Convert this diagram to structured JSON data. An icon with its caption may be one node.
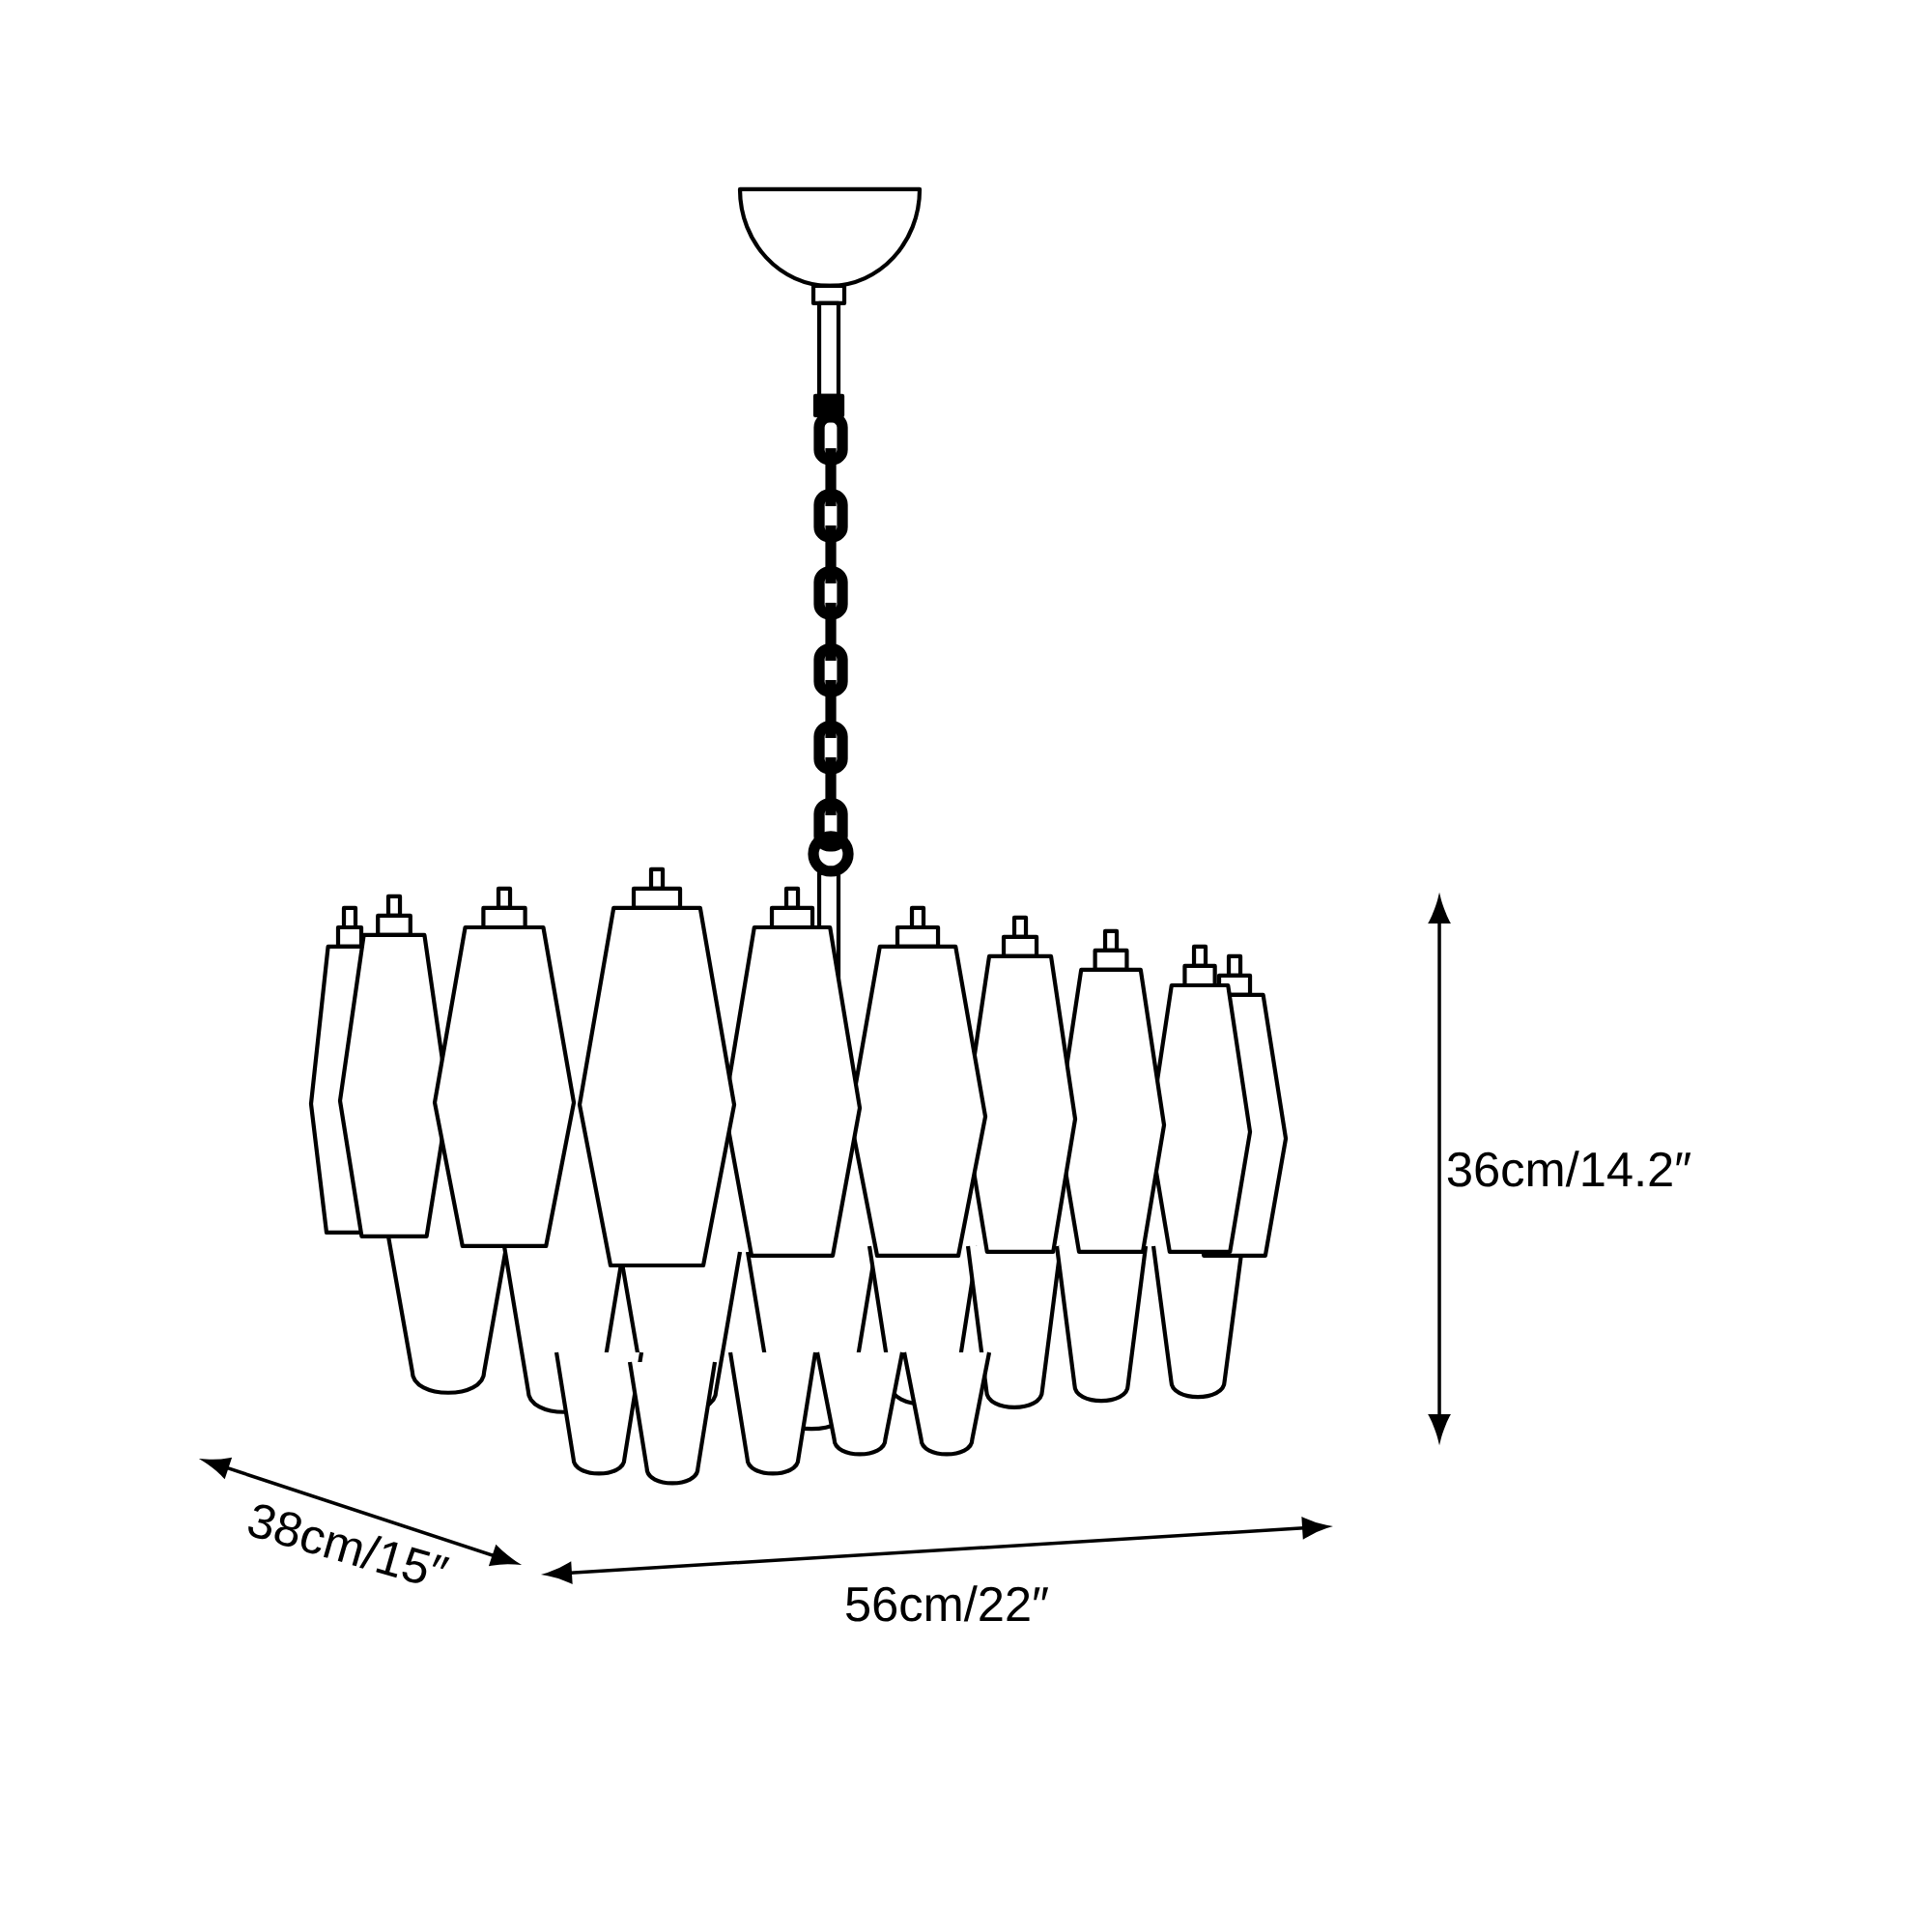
{
  "diagram": {
    "labels": [
      "36cm/14.2″",
      "38cm/15″",
      "56cm/22″"
    ]
  }
}
